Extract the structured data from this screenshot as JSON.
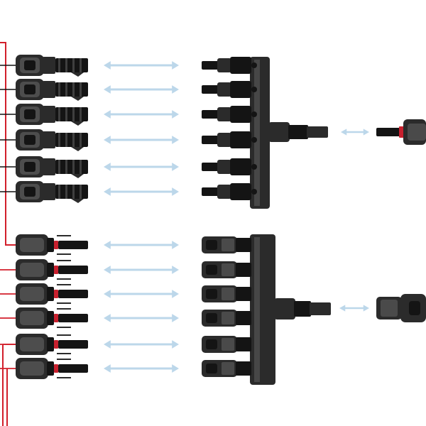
{
  "diagram": {
    "description_free": true,
    "colors": {
      "background": "#ffffff",
      "connector_body": "#2b2b2b",
      "connector_highlight": "#6a6a6a",
      "connector_dark": "#141414",
      "positive_wire": "#d21f2b",
      "negative_wire": "#111111",
      "arrow": "#bcd7ea",
      "red_band": "#c8202e"
    },
    "groups": [
      {
        "id": "negative",
        "connector_kind": "female",
        "inputs": 6,
        "wire_color_key": "negative_wire",
        "branch_kind": "male",
        "trunk_kind": "female",
        "far_end_kind": "male-plug"
      },
      {
        "id": "positive",
        "connector_kind": "male",
        "inputs": 6,
        "wire_color_key": "positive_wire",
        "branch_kind": "female",
        "trunk_kind": "male",
        "far_end_kind": "female-socket"
      }
    ],
    "icons": {
      "arrow": "double-headed-arrow-icon",
      "mc4_male": "mc4-male-connector-icon",
      "mc4_female": "mc4-female-connector-icon",
      "branch": "6-to-1-branch-connector-icon"
    }
  }
}
